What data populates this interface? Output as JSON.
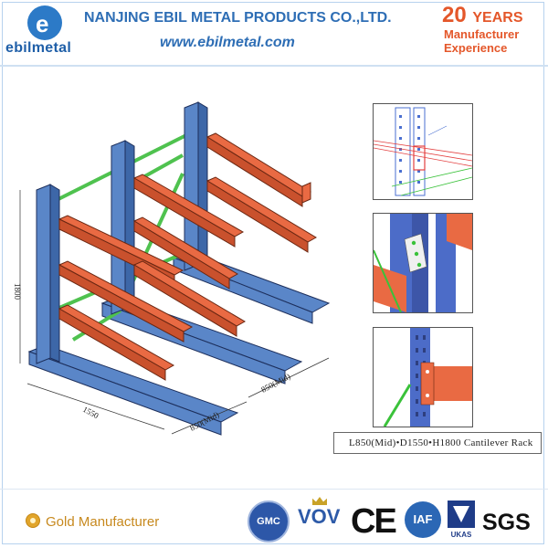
{
  "header": {
    "logo_text": "ebilmetal",
    "company_name": "NANJING EBIL METAL PRODUCTS CO.,LTD.",
    "website": "www.ebilmetal.com",
    "years_number": "20",
    "years_word": "YEARS",
    "manufacturer": "Manufacturer",
    "experience": "Experience"
  },
  "drawing": {
    "dim_height": "1800",
    "dim_depth": "1550",
    "dim_width_1": "850(Mid)",
    "dim_width_2": "850(Mid)",
    "caption": "L850(Mid)•D1550•H1800  Cantilever Rack"
  },
  "footer": {
    "gold_label": "Gold Manufacturer",
    "certs": {
      "gmc": "GMC",
      "vov": "VOV",
      "ce": "CE",
      "iaf": "IAF",
      "ukas": "UKAS",
      "sgs": "SGS"
    }
  },
  "colors": {
    "brand_blue": "#2e6eb5",
    "accent_orange": "#e4572a",
    "column_blue": "#5a86c8",
    "arm_orange": "#e96a43",
    "brace_green": "#4fc24f"
  }
}
